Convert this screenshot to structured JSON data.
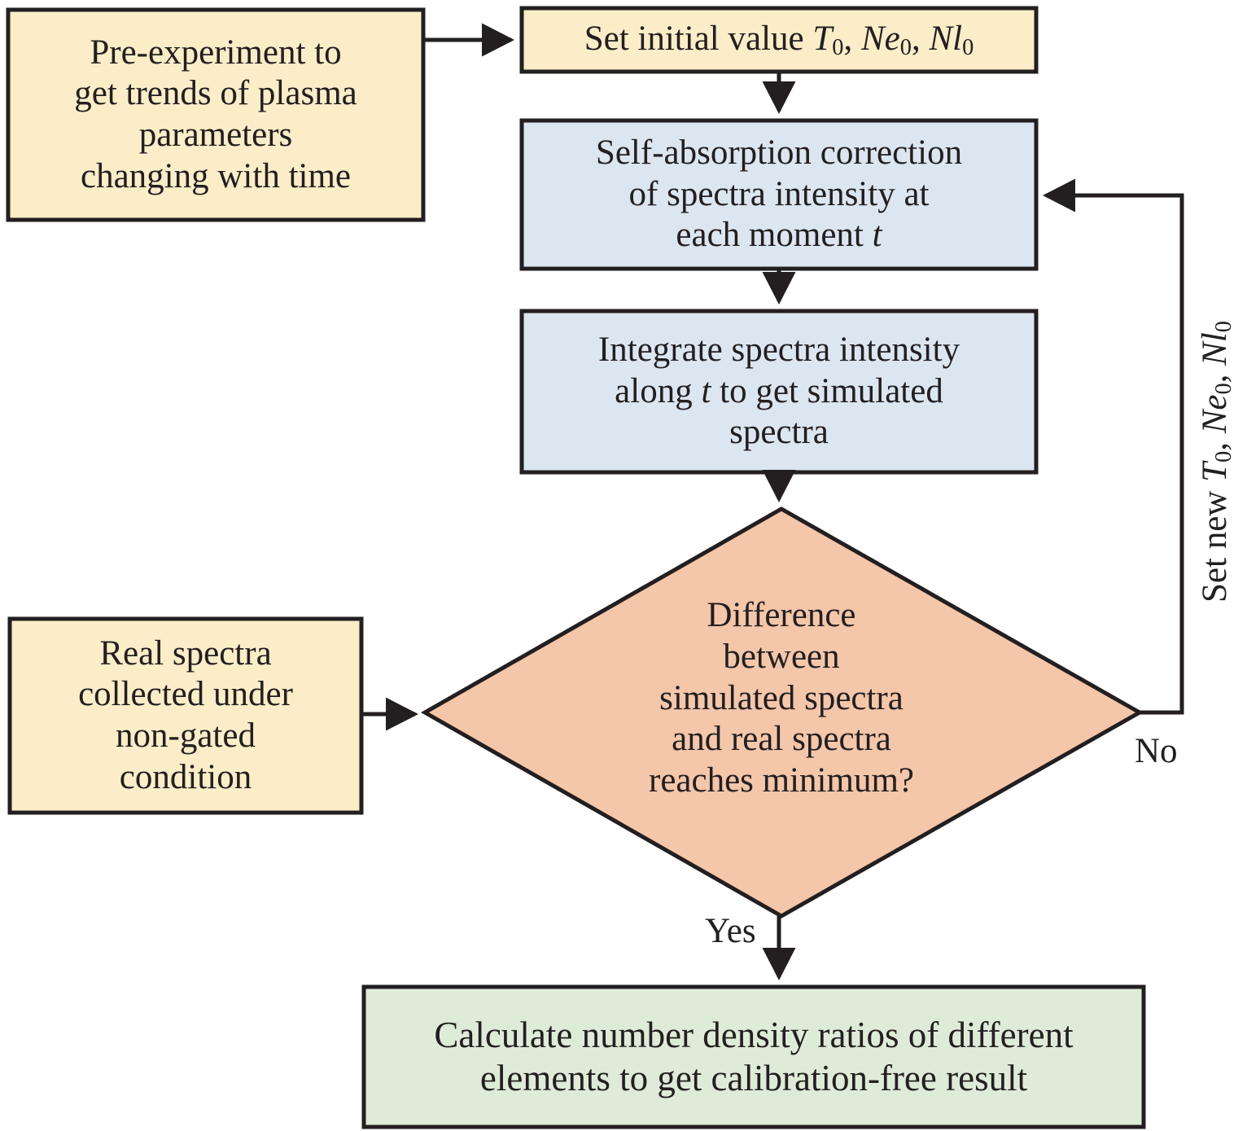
{
  "diagram": {
    "title": "Calibration-free LIBS iterative spectra-fitting flowchart",
    "type": "flowchart",
    "colors": {
      "cream": "#faedc8",
      "blue": "#dce6f1",
      "salmon": "#f4c6aa",
      "green": "#deebd8",
      "stroke": "#231f20",
      "text": "#231f20"
    },
    "nodes": {
      "pre_experiment": {
        "shape": "rectangle",
        "fill": "cream",
        "lines": [
          "Pre-experiment to",
          "get trends of plasma",
          "parameters",
          "changing with time"
        ],
        "text": "Pre-experiment to get trends of plasma parameters changing with time"
      },
      "set_initial": {
        "shape": "rectangle",
        "fill": "cream",
        "prefix": "Set initial value ",
        "vars": [
          {
            "name": "T",
            "sub": "0",
            "sep": ", "
          },
          {
            "name": "Ne",
            "sub": "0",
            "sep": ", "
          },
          {
            "name": "Nl",
            "sub": "0",
            "sep": ""
          }
        ],
        "text": "Set initial value T0, Ne0, Nl0"
      },
      "self_absorption": {
        "shape": "rectangle",
        "fill": "blue",
        "lines": [
          "Self-absorption correction",
          "of spectra intensity at",
          "each moment "
        ],
        "italic_tail": "t",
        "text": "Self-absorption correction of spectra intensity at each moment t"
      },
      "integrate": {
        "shape": "rectangle",
        "fill": "blue",
        "line1": "Integrate spectra intensity",
        "line2_a": "along ",
        "line2_italic": "t",
        "line2_b": " to get simulated",
        "line3": "spectra",
        "text": "Integrate spectra intensity along t to get simulated spectra"
      },
      "real_spectra": {
        "shape": "rectangle",
        "fill": "cream",
        "lines": [
          "Real spectra",
          "collected under",
          "non-gated",
          "condition"
        ],
        "text": "Real spectra collected under non-gated condition"
      },
      "decision": {
        "shape": "diamond",
        "fill": "salmon",
        "lines": [
          "Difference",
          "between",
          "simulated spectra",
          "and real spectra",
          "reaches minimum?"
        ],
        "text": "Difference between simulated spectra and real spectra reaches minimum?"
      },
      "calculate": {
        "shape": "rectangle",
        "fill": "green",
        "lines": [
          "Calculate number density ratios of different",
          "elements to get calibration-free result"
        ],
        "text": "Calculate number density ratios of different elements to get calibration-free result"
      }
    },
    "edge_labels": {
      "yes": "Yes",
      "no": "No",
      "set_new_prefix": "Set new ",
      "set_new_vars": [
        {
          "name": "T",
          "sub": "0",
          "sep": ", "
        },
        {
          "name": "Ne",
          "sub": "0",
          "sep": ", "
        },
        {
          "name": "Nl",
          "sub": "0",
          "sep": ""
        }
      ],
      "set_new_text": "Set new T0, Ne0, Nl0"
    },
    "edges": [
      {
        "from": "pre_experiment",
        "to": "set_initial",
        "label": ""
      },
      {
        "from": "set_initial",
        "to": "self_absorption",
        "label": ""
      },
      {
        "from": "self_absorption",
        "to": "integrate",
        "label": ""
      },
      {
        "from": "integrate",
        "to": "decision",
        "label": ""
      },
      {
        "from": "real_spectra",
        "to": "decision",
        "label": ""
      },
      {
        "from": "decision",
        "to": "calculate",
        "label": "Yes"
      },
      {
        "from": "decision",
        "to": "self_absorption",
        "label": "No"
      }
    ]
  }
}
